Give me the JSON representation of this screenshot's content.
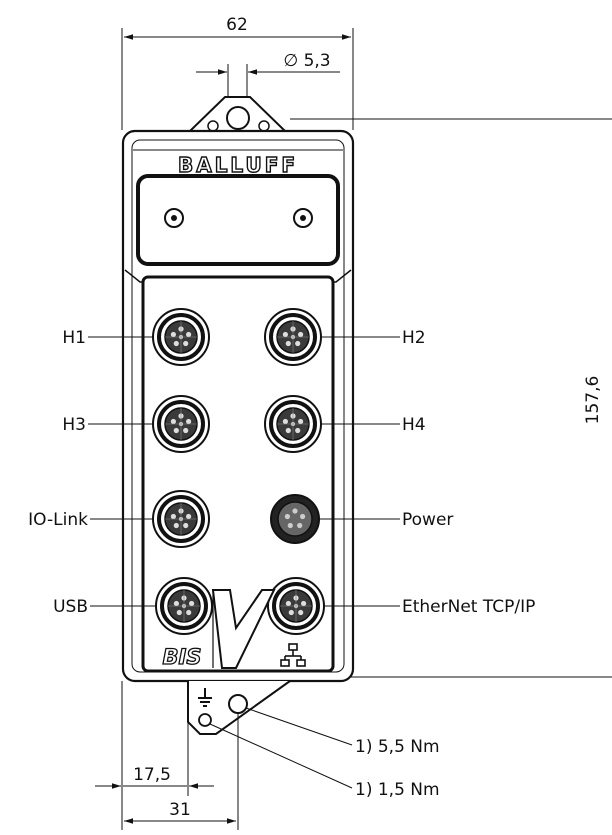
{
  "brand": "BALLUFF",
  "bottom_logo": "BIS",
  "dimensions": {
    "width_total": "62",
    "hole_diameter": "∅ 5,3",
    "height": "157,6",
    "offset_small": "17,5",
    "offset_large": "31"
  },
  "ports": {
    "h1": "H1",
    "h2": "H2",
    "h3": "H3",
    "h4": "H4",
    "iolink": "IO-Link",
    "power": "Power",
    "usb": "USB",
    "ethernet": "EtherNet TCP/IP"
  },
  "torques": {
    "t1": "1) 5,5 Nm",
    "t2": "1) 1,5 Nm"
  },
  "icons": [
    "ground-icon",
    "network-icon",
    "m12-connector-icon",
    "mounting-hole-icon"
  ]
}
